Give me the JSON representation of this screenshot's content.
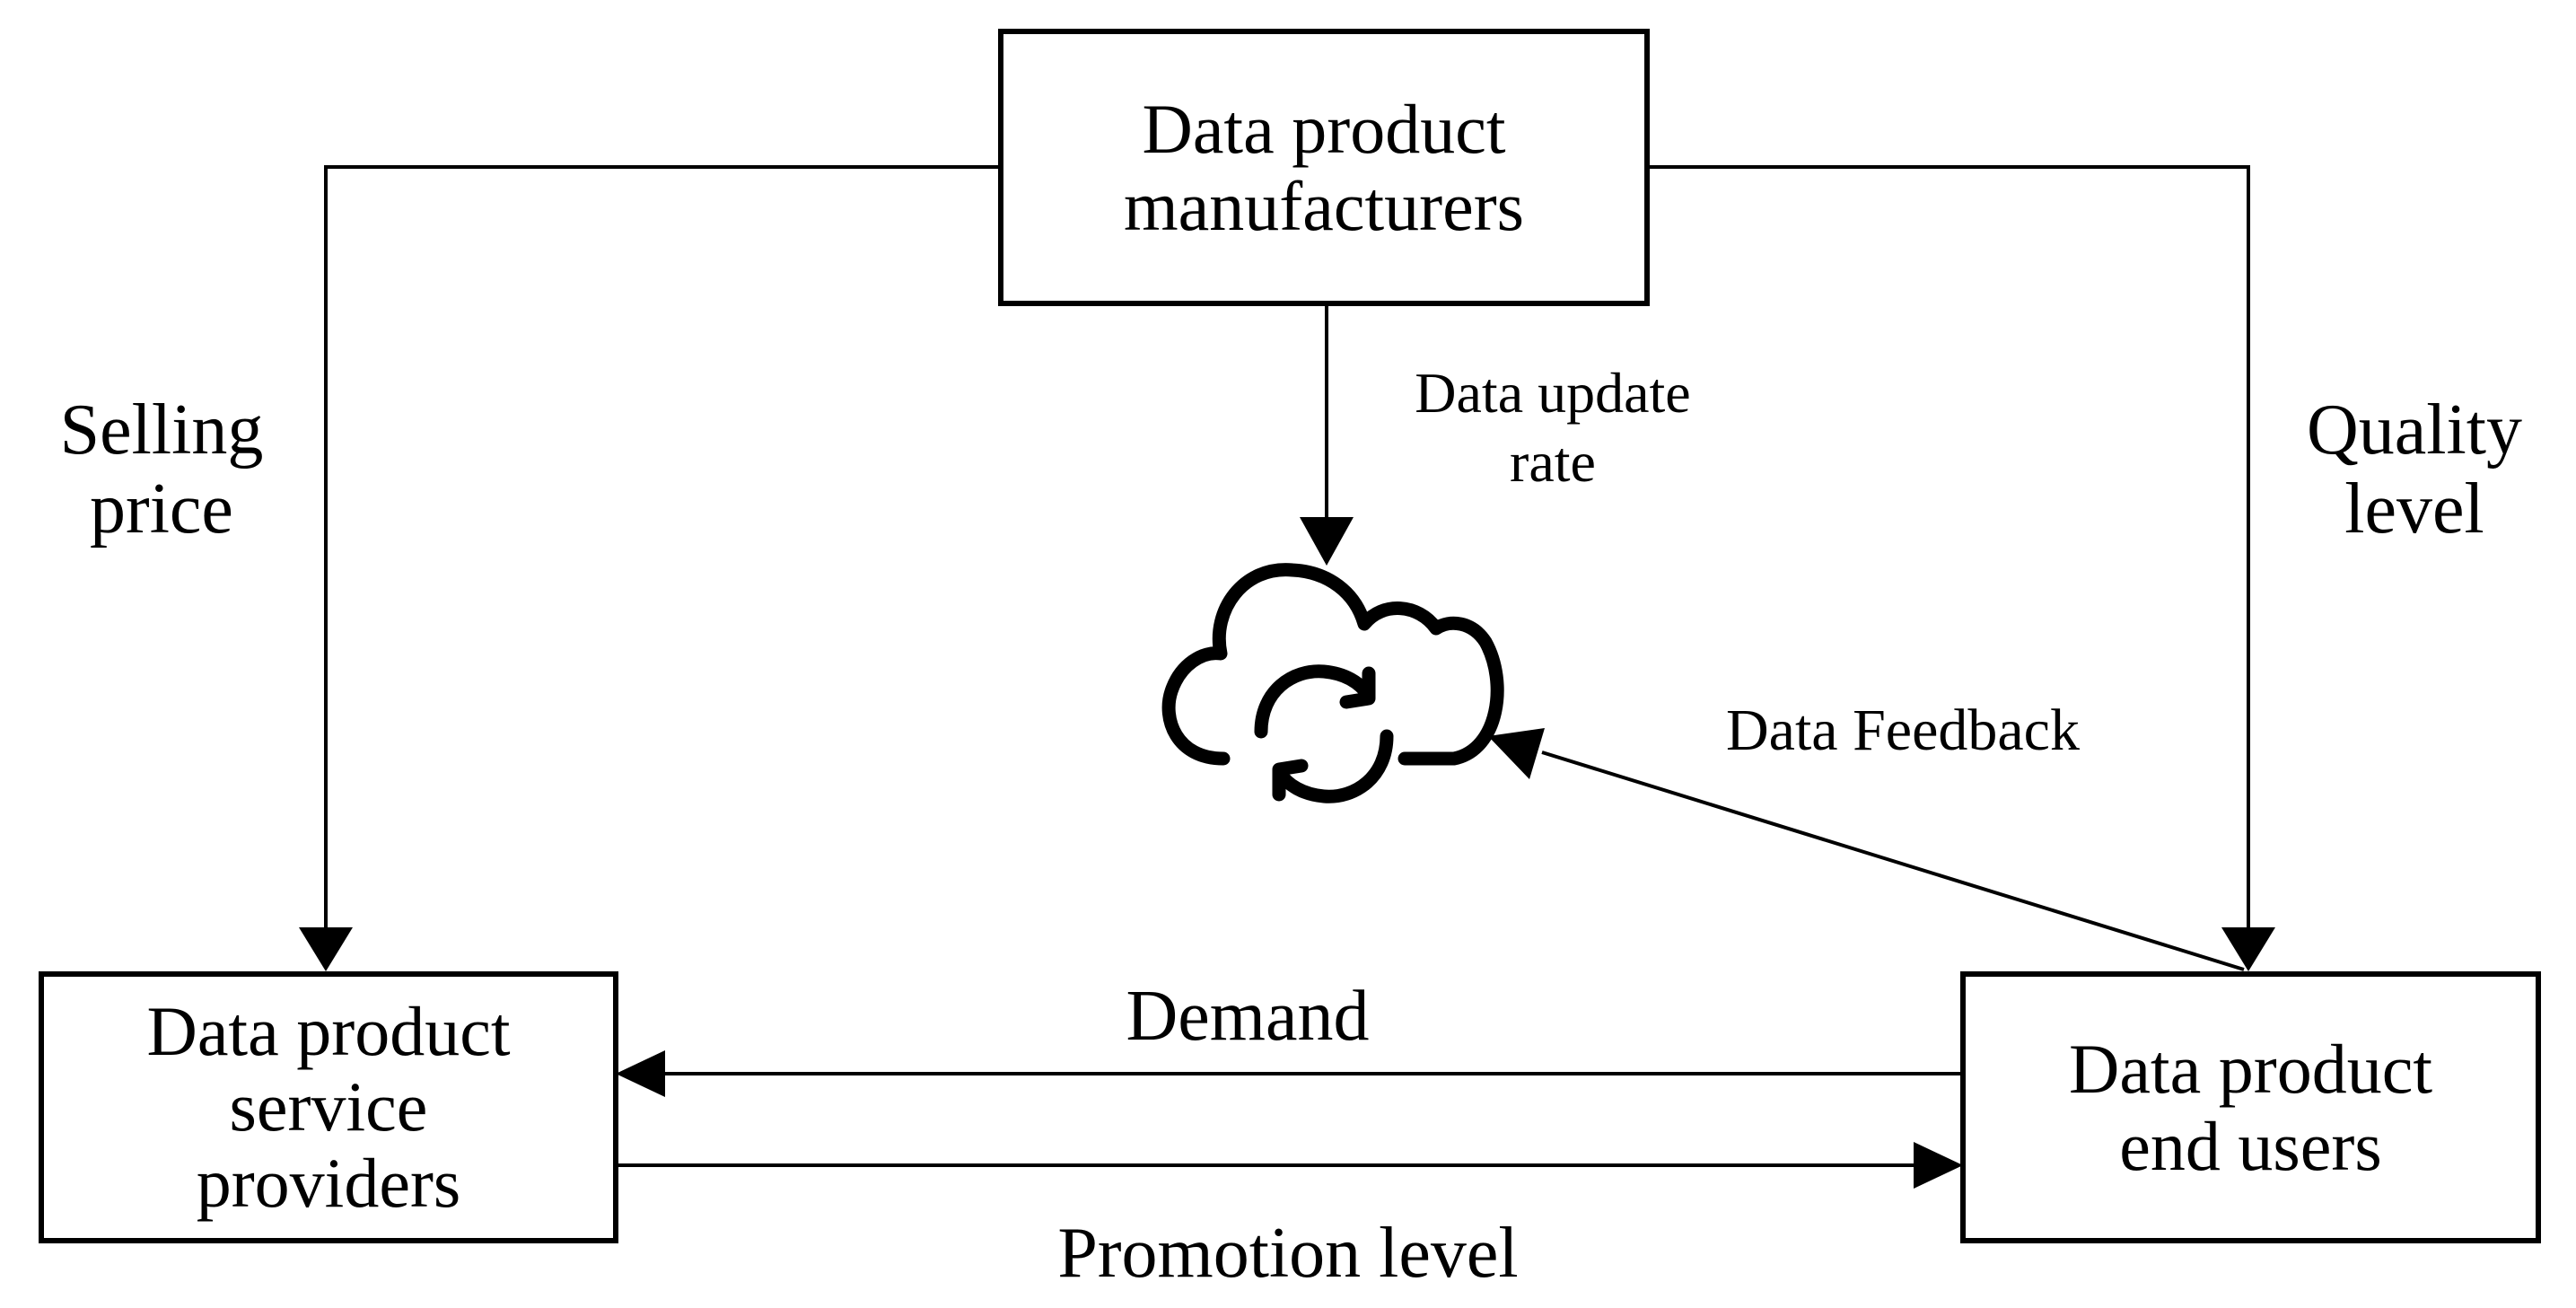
{
  "nodes": {
    "manufacturers": {
      "line1": "Data product",
      "line2": "manufacturers"
    },
    "service_providers": {
      "line1": "Data product",
      "line2": "service",
      "line3": "providers"
    },
    "end_users": {
      "line1": "Data product",
      "line2": "end users"
    }
  },
  "edges": {
    "selling_price": {
      "line1": "Selling",
      "line2": "price"
    },
    "quality_level": {
      "line1": "Quality",
      "line2": "level"
    },
    "data_update_rate": {
      "line1": "Data update",
      "line2": "rate"
    },
    "data_feedback": "Data Feedback",
    "demand": "Demand",
    "promotion_level": "Promotion level"
  },
  "icons": {
    "cloud": "cloud-sync-icon"
  }
}
